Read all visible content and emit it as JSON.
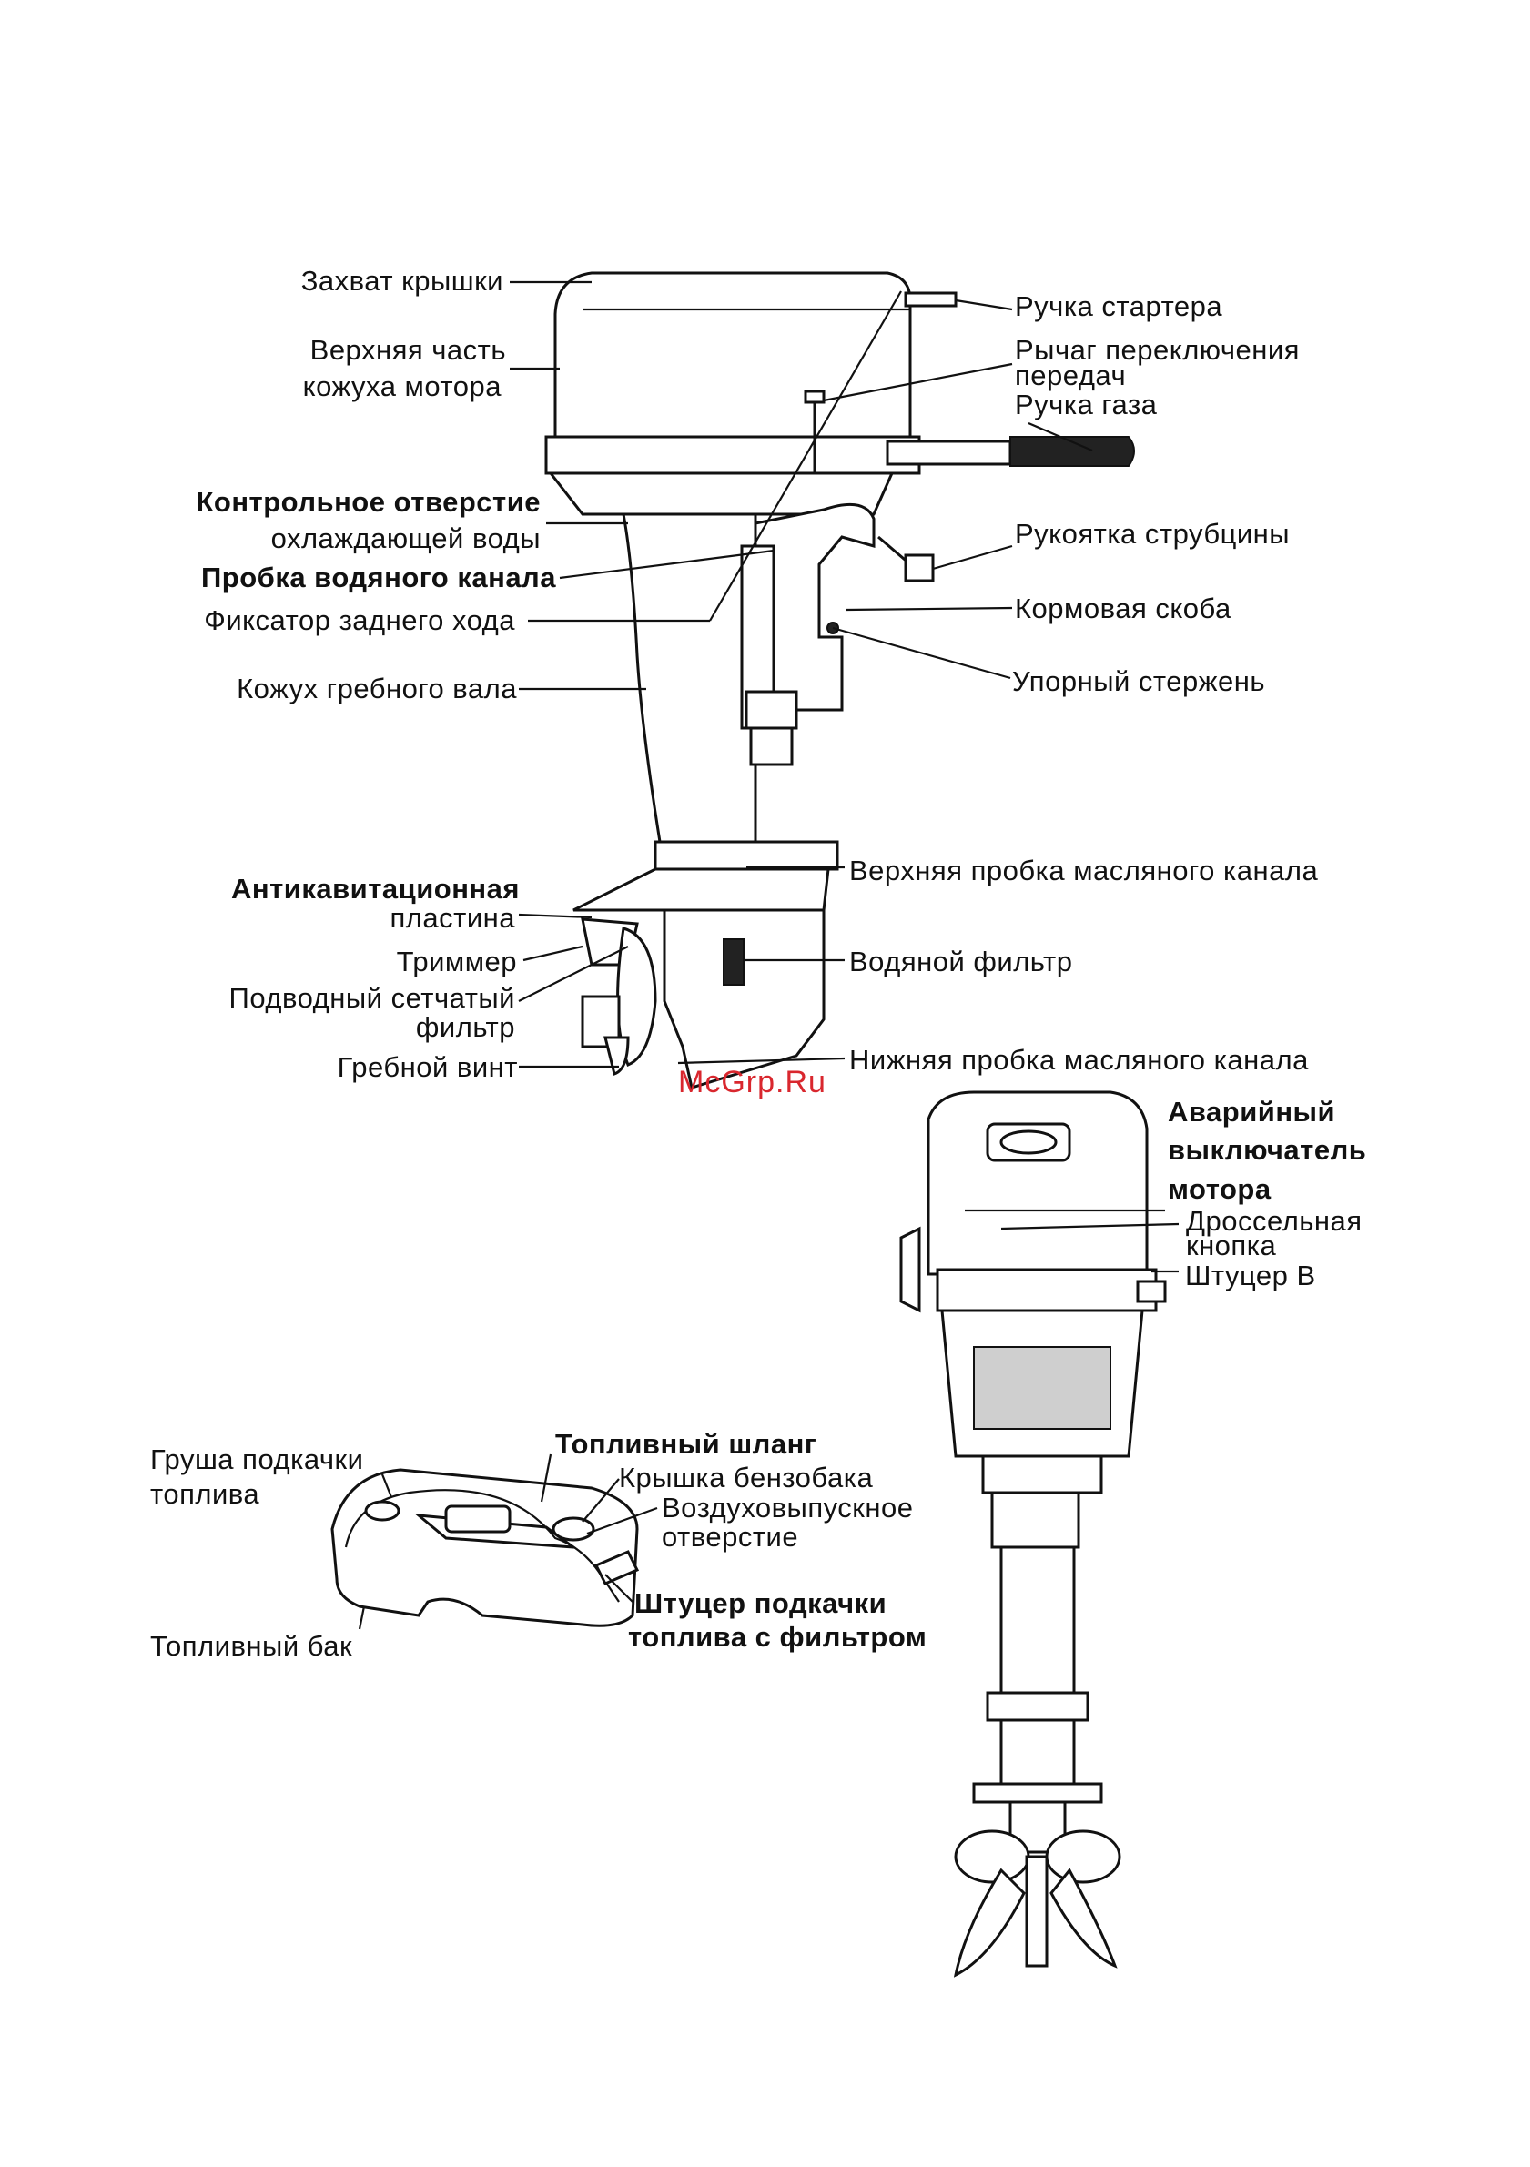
{
  "labels": {
    "cover_latch": "Захват крышки",
    "upper_cowl_1": "Верхняя часть",
    "upper_cowl_2": "кожуха мотора",
    "pilot_hole_1": "Контрольное отверстие",
    "pilot_hole_2": "охлаждающей воды",
    "water_plug": "Пробка водяного канала",
    "reverse_lock": "Фиксатор заднего хода",
    "drive_shaft_housing": "Кожух гребного вала",
    "anticav_1": "Антикавитационная",
    "anticav_2": "пластина",
    "trim_tab": "Триммер",
    "strainer_1": "Подводный сетчатый",
    "strainer_2": "фильтр",
    "propeller": "Гребной винт",
    "starter_handle": "Ручка стартера",
    "shift_lever_1": "Рычаг переключения",
    "shift_lever_2": "передач",
    "throttle_grip": "Ручка газа",
    "clamp_handle": "Рукоятка струбцины",
    "stern_bracket": "Кормовая скоба",
    "thrust_rod": "Упорный стержень",
    "upper_oil_plug": "Верхняя пробка масляного канала",
    "water_filter": "Водяной фильтр",
    "lower_oil_plug": "Нижняя пробка масляного канала",
    "emergency_1": "Аварийный",
    "emergency_2": "выключатель",
    "emergency_3": "мотора",
    "choke_1": "Дроссельная",
    "choke_2": "кнопка",
    "fitting_b": "Штуцер В",
    "primer_bulb_1": "Груша подкачки",
    "primer_bulb_2": "топлива",
    "fuel_hose": "Топливный шланг",
    "tank_cap": "Крышка бензобака",
    "air_vent_1": "Воздуховыпускное",
    "air_vent_2": "отверстие",
    "fuel_tank": "Топливный бак",
    "primer_fitting_1": "Штуцер подкачки",
    "primer_fitting_2": "топлива с фильтром"
  },
  "watermark": "McGrp.Ru"
}
